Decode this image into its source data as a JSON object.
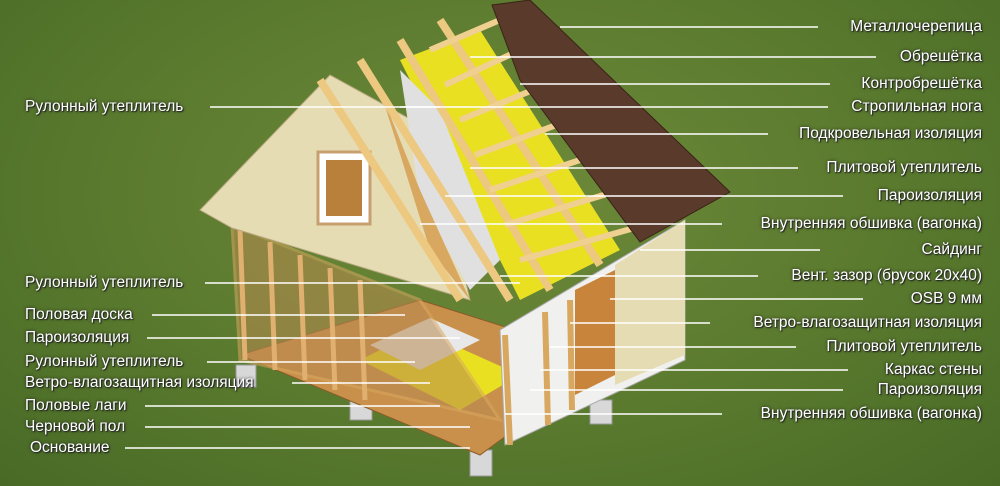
{
  "right_labels": [
    "Металлочерепица",
    "Обрешётка",
    "Контробрешётка",
    "Стропильная нога",
    "Подкровельная изоляция",
    "Плитовой утеплитель",
    "Пароизоляция",
    "Внутренняя обшивка (вагонка)",
    "Сайдинг",
    "Вент. зазор (брусок 20х40)",
    "OSB 9 мм",
    "Ветро-влагозащитная изоляция",
    "Плитовой утеплитель",
    "Каркас стены",
    "Пароизоляция",
    "Внутренняя обшивка (вагонка)"
  ],
  "left_labels": [
    "Рулонный утеплитель",
    "Рулонный утеплитель",
    "Половая доска",
    "Пароизоляция",
    "Рулонный утеплитель",
    "Ветро-влагозащитная изоляция",
    "Половые лаги",
    "Черновой пол",
    "Основание"
  ],
  "colors": {
    "background": "#5a7a2e",
    "roof_tile": "#5a3a2a",
    "siding": "#e6dcb4",
    "timber": "#d9a860",
    "insulation": "#e8e020",
    "label_text": "#ffffff"
  }
}
